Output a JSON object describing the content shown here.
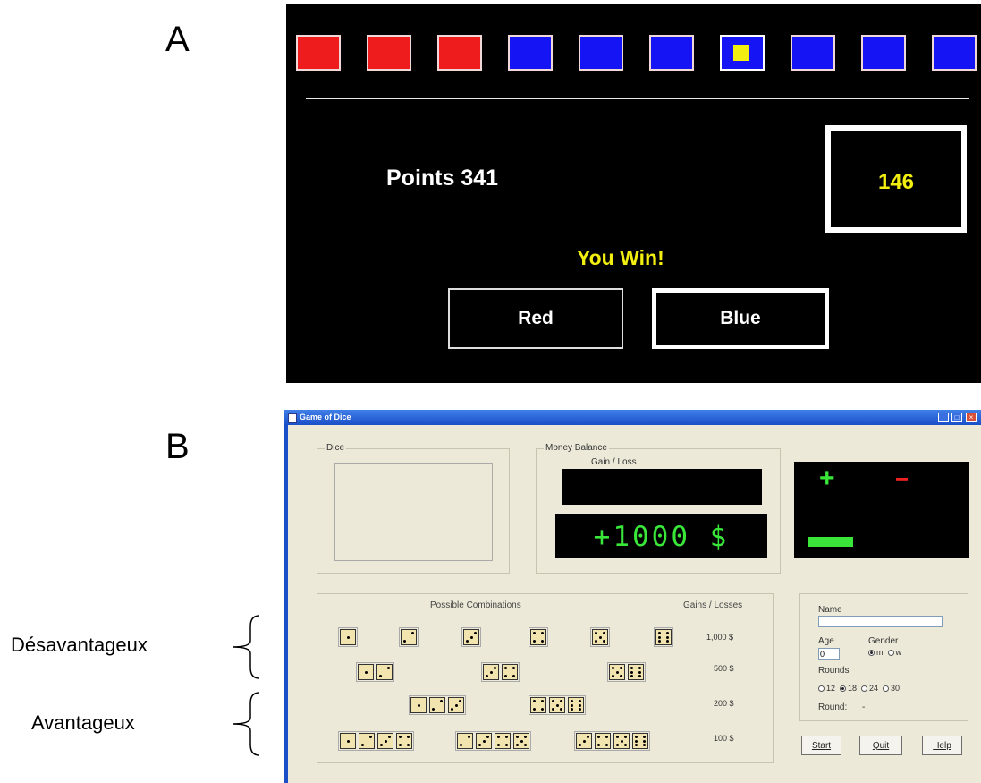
{
  "labels": {
    "a": "A",
    "b": "B",
    "desavantageux": "Désavantageux",
    "avantageux": "Avantageux"
  },
  "panel_a": {
    "squares": [
      {
        "color": "red"
      },
      {
        "color": "red"
      },
      {
        "color": "red"
      },
      {
        "color": "blue"
      },
      {
        "color": "blue"
      },
      {
        "color": "blue"
      },
      {
        "color": "blue",
        "marker": "yellow"
      },
      {
        "color": "blue"
      },
      {
        "color": "blue"
      },
      {
        "color": "blue"
      }
    ],
    "points_text": "Points 341",
    "score": "146",
    "result": "You Win!",
    "buttons": {
      "red": "Red",
      "blue": "Blue"
    },
    "colors": {
      "red": "#ee1c1c",
      "blue": "#1414f4",
      "yellow": "#f2ee10"
    }
  },
  "panel_b": {
    "window_title": "Game of Dice",
    "dice_title": "Dice",
    "money_title": "Money Balance",
    "gain_loss_title": "Gain / Loss",
    "balance": "+1000 $",
    "indicator_plus": "+",
    "indicator_minus": "−",
    "combinations_title": "Possible Combinations",
    "gains_title": "Gains / Losses",
    "rows": [
      {
        "value": "1,000 $",
        "groups": [
          [
            1
          ],
          [
            2
          ],
          [
            3
          ],
          [
            4
          ],
          [
            5
          ],
          [
            6
          ]
        ]
      },
      {
        "value": "500 $",
        "groups": [
          [
            1,
            2
          ],
          [
            3,
            4
          ],
          [
            5,
            6
          ]
        ]
      },
      {
        "value": "200 $",
        "groups": [
          [
            1,
            2,
            3
          ],
          [
            4,
            5,
            6
          ]
        ]
      },
      {
        "value": "100 $",
        "groups": [
          [
            1,
            2,
            3,
            4
          ],
          [
            2,
            3,
            4,
            5
          ],
          [
            3,
            4,
            5,
            6
          ]
        ]
      }
    ],
    "form": {
      "name_label": "Name",
      "name_value": "",
      "age_label": "Age",
      "age_value": "0",
      "gender_label": "Gender",
      "gender_options": [
        "m",
        "w"
      ],
      "gender_selected": "m",
      "rounds_label": "Rounds",
      "rounds_options": [
        "12",
        "18",
        "24",
        "30"
      ],
      "rounds_selected": "18",
      "round_text": "Round:",
      "round_value": "-"
    },
    "buttons": {
      "start": "Start",
      "quit": "Quit",
      "help": "Help"
    }
  }
}
